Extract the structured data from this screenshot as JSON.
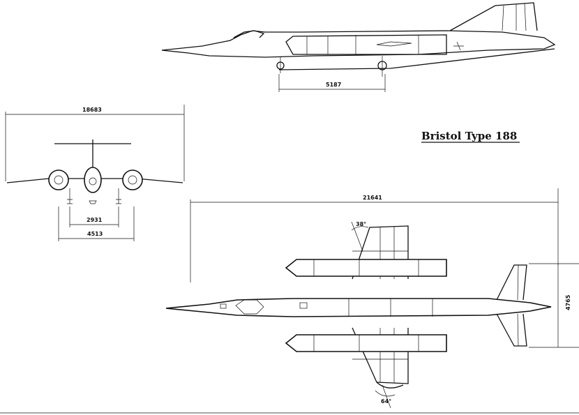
{
  "title": "Bristol Type 188",
  "dimensions": {
    "side_wheelbase": "5187",
    "front_span": "18683",
    "front_track_inner": "2931",
    "front_track_outer": "4513",
    "plan_length": "21641",
    "plan_tail_span": "4765",
    "plan_sweep_angle": "38°",
    "plan_tip_angle": "64°"
  }
}
